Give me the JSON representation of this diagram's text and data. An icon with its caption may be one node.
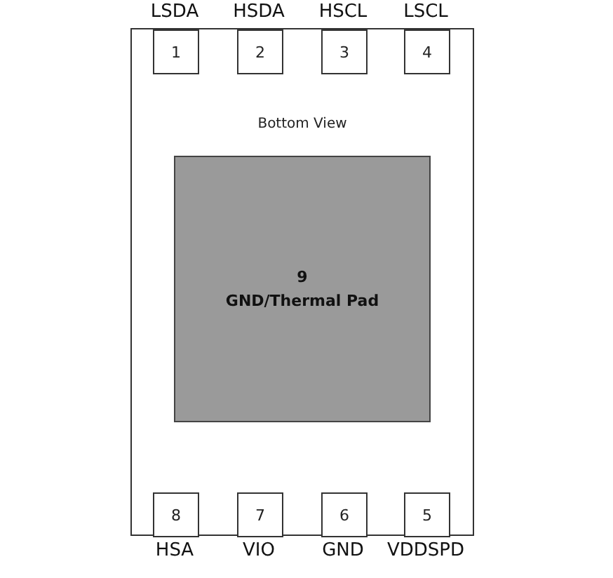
{
  "diagram": {
    "nodes": [
      {
        "text": [],
        "shape": "box"
      },
      {
        "text": [
          "1"
        ],
        "beside": [
          "LSDA"
        ],
        "in": 0
      },
      {
        "text": [
          "2"
        ],
        "beside": [
          "HSDA"
        ],
        "in": 0
      },
      {
        "text": [
          "3"
        ],
        "beside": [
          "HSCL"
        ],
        "in": 0
      },
      {
        "text": [
          "4"
        ],
        "beside": [
          "LSCL"
        ],
        "in": 0
      },
      {
        "text": [
          "9",
          "GND/Thermal Pad"
        ],
        "in": 0
      },
      {
        "text": [
          "8"
        ],
        "beside": [
          "HSA"
        ],
        "in": 0
      },
      {
        "text": [
          "7"
        ],
        "beside": [
          "VIO"
        ],
        "in": 0
      },
      {
        "text": [
          "6"
        ],
        "beside": [
          "GND"
        ],
        "in": 0
      },
      {
        "text": [
          "5"
        ],
        "beside": [
          "VDDSPD"
        ],
        "in": 0
      }
    ],
    "labels": [
      "Bottom View"
    ]
  }
}
